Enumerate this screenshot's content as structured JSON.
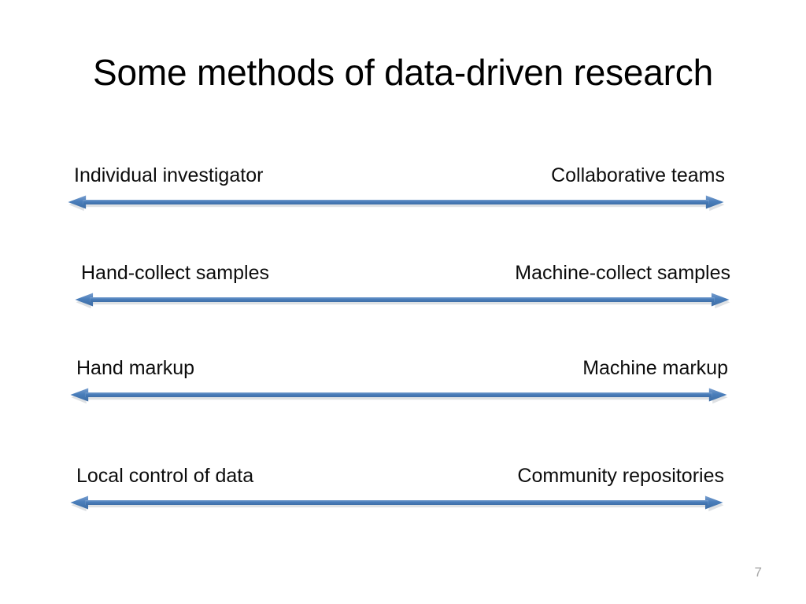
{
  "slide": {
    "title": "Some methods of data-driven research",
    "number": "7",
    "accent_color": "#4a7ebb",
    "text_color": "#0d0d0d",
    "number_color": "#a6a6a6",
    "background_color": "#ffffff"
  },
  "spectrums": [
    {
      "left_label": "Individual investigator",
      "right_label": "Collaborative teams",
      "arrow": "double-headed-arrow"
    },
    {
      "left_label": "Hand-collect samples",
      "right_label": "Machine-collect samples",
      "arrow": "double-headed-arrow"
    },
    {
      "left_label": "Hand markup",
      "right_label": "Machine markup",
      "arrow": "double-headed-arrow"
    },
    {
      "left_label": "Local control of data",
      "right_label": "Community repositories",
      "arrow": "double-headed-arrow"
    }
  ]
}
